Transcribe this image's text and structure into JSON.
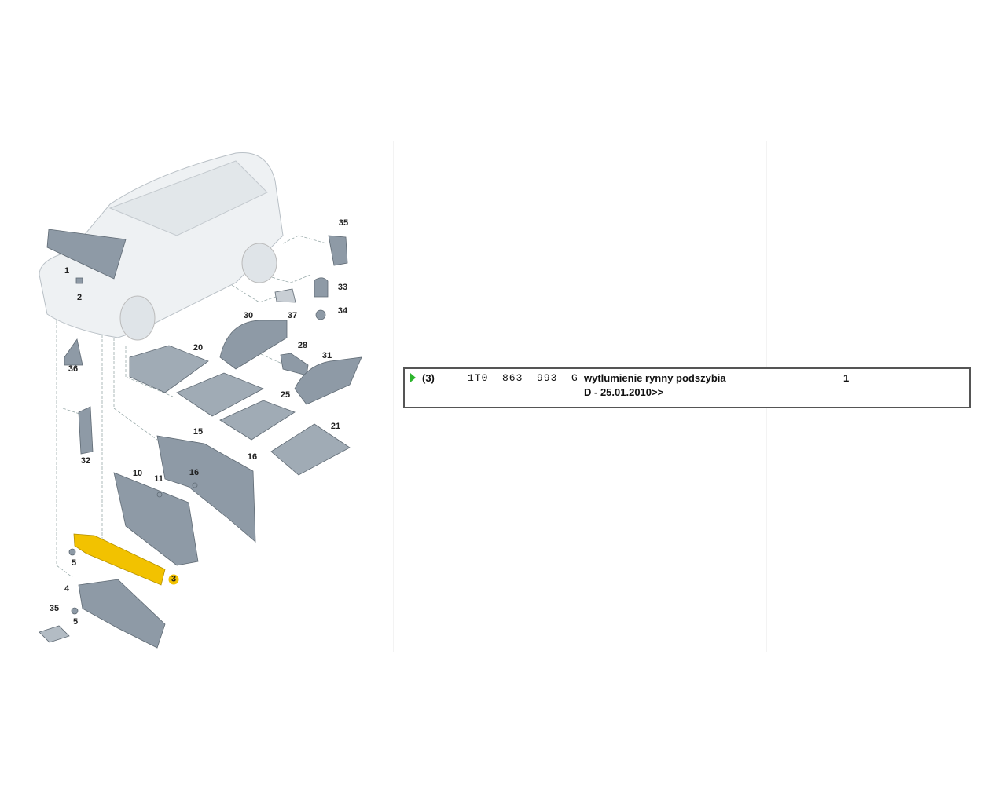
{
  "diagram": {
    "labels": [
      "35",
      "1",
      "2",
      "33",
      "37",
      "34",
      "30",
      "20",
      "28",
      "31",
      "36",
      "25",
      "21",
      "15",
      "32",
      "16",
      "16",
      "10",
      "11",
      "5",
      "3",
      "4",
      "35",
      "5"
    ],
    "highlight_color": "#f2c200",
    "part_color": "#8e9aa6",
    "car_color": "#eef1f3"
  },
  "parts_table": {
    "row": {
      "position": "(3)",
      "part_number": "1T0  863  993  G",
      "description": "wytlumienie rynny podszybia",
      "note": "D - 25.01.2010>>",
      "quantity": "1"
    },
    "indicator_color": "#2db52d"
  }
}
